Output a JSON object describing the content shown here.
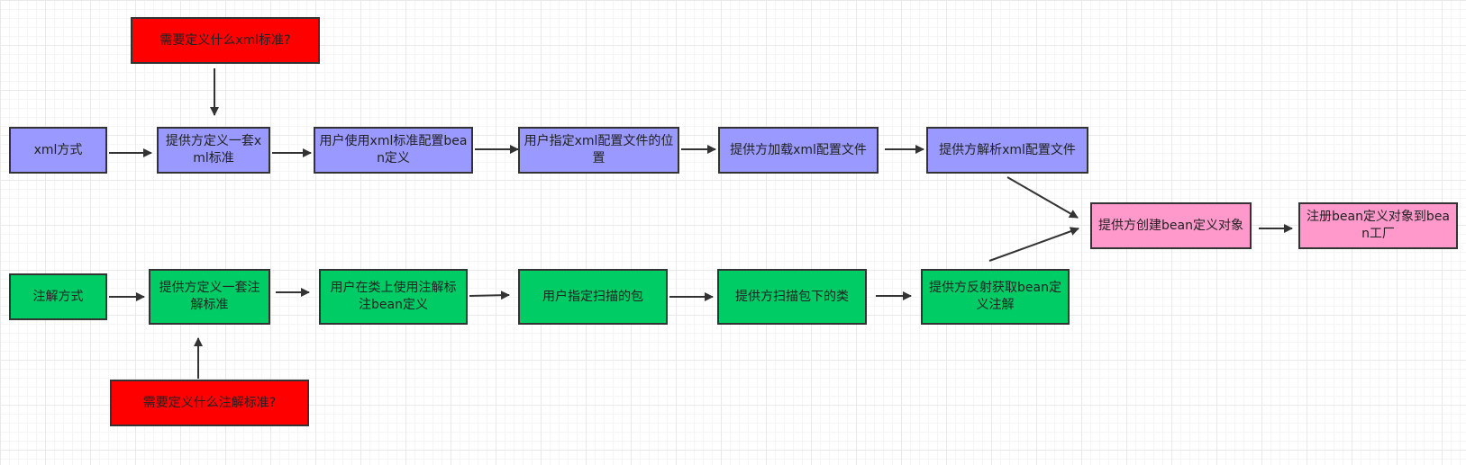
{
  "diagram": {
    "colors": {
      "xml_row": "#9999ff",
      "annotation_row": "#00cc66",
      "question": "#ff0000",
      "result": "#ff99cc",
      "edge": "#333333"
    },
    "question_xml": "需要定义什么xml标准?",
    "question_annotation": "需要定义什么注解标准?",
    "xml_row": [
      "xml方式",
      "提供方定义一套xml标准",
      "用户使用xml标准配置bean定义",
      "用户指定xml配置文件的位置",
      "提供方加载xml配置文件",
      "提供方解析xml配置文件"
    ],
    "annotation_row": [
      "注解方式",
      "提供方定义一套注解标准",
      "用户在类上使用注解标注bean定义",
      "用户指定扫描的包",
      "提供方扫描包下的类",
      "提供方反射获取bean定义注解"
    ],
    "result": {
      "create": "提供方创建bean定义对象",
      "register": "注册bean定义对象到bean工厂"
    }
  }
}
